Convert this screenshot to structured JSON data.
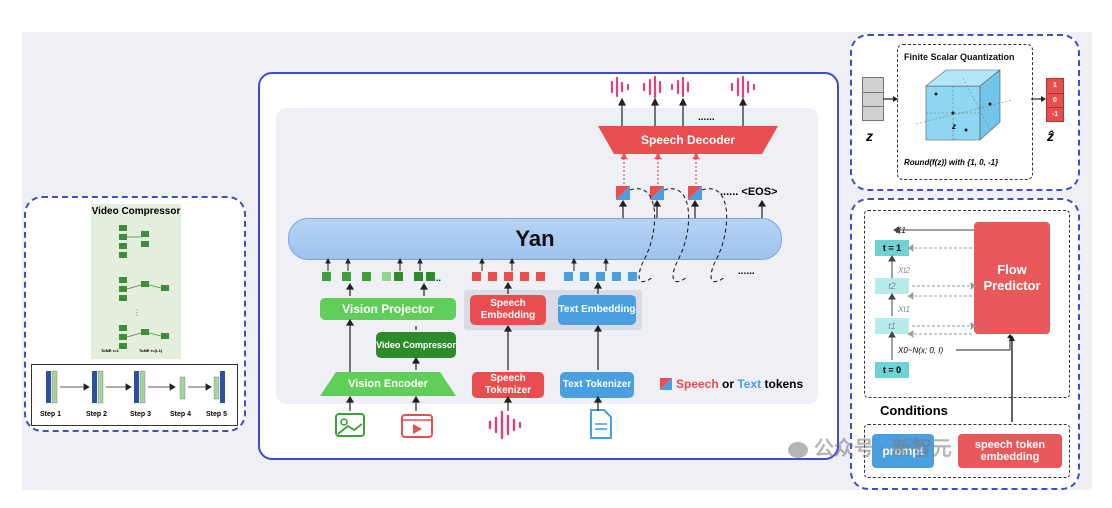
{
  "video_compressor": {
    "title": "Video Compressor",
    "tome_left": "ToME r=1",
    "tome_right": "ToME r=(t-1)",
    "steps": [
      "Step 1",
      "Step 2",
      "Step 3",
      "Step 4",
      "Step 5"
    ]
  },
  "main": {
    "model_name": "Yan",
    "speech_decoder": "Speech Decoder",
    "eos": "...... <EOS>",
    "decoder_dots": "......",
    "token_dots": "......",
    "vision_projector": "Vision Projector",
    "video_compressor": "Video Compressor",
    "vision_encoder": "Vision Encoder",
    "speech_embedding": "Speech Embedding",
    "text_embedding": "Text Embedding",
    "speech_tokenizer": "Speech Tokenizer",
    "text_tokenizer": "Text Tokenizer",
    "legend_speech": "Speech",
    "legend_or": " or ",
    "legend_text": "Text",
    "legend_tokens": " tokens"
  },
  "fsq": {
    "title": "Finite Scalar Quantization",
    "z": "z",
    "z_hat": "ẑ",
    "formula": "Round(f(z)) with {1, 0, -1}",
    "values": [
      "1",
      "0",
      "-1"
    ],
    "cube_label": "z"
  },
  "flow": {
    "x1": "X1",
    "t1": "t = 1",
    "t0": "t = 0",
    "xt2": "Xt2",
    "t2": "t2",
    "xt1": "Xt1",
    "tt1": "t1",
    "x0": "X0~N(x; 0, I)",
    "predictor": "Flow Predictor",
    "conditions": "Conditions",
    "prompt": "prompt",
    "speech_token_embedding": "speech token embedding"
  },
  "watermark": "公众号 · 新智元",
  "colors": {
    "panel_border": "#3c4fc9",
    "green": "#5fcf5a",
    "dark_green": "#2e8b2c",
    "red": "#e84d50",
    "blue": "#4a9fe0",
    "pink": "#e0407d",
    "cyan": "#7fd8d8"
  }
}
